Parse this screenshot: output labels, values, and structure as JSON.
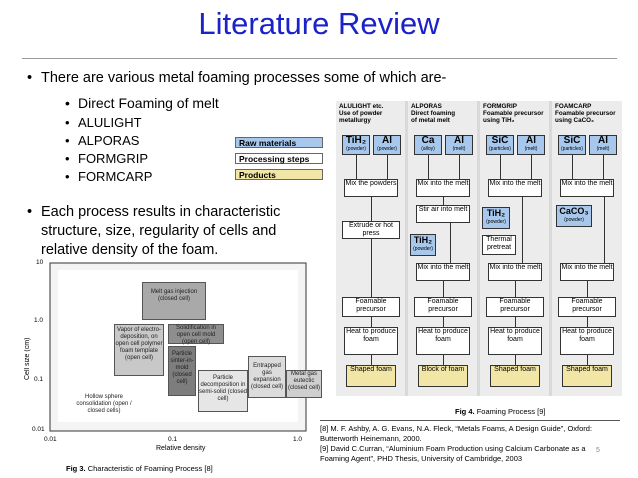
{
  "title": "Literature Review",
  "bullets": {
    "intro": "There are various metal foaming processes some of which are-",
    "sub": [
      "Direct Foaming of melt",
      "ALULIGHT",
      "ALPORAS",
      "FORMGRIP",
      "FORMCARP"
    ],
    "second_lines": [
      "Each process results in characteristic",
      "structure, size, regularity of cells and",
      "relative density of the foam."
    ]
  },
  "legend": {
    "items": [
      {
        "label": "Raw materials",
        "color": "#a7c8ec"
      },
      {
        "label": "Processing steps",
        "color": "#ffffff"
      },
      {
        "label": "Products",
        "color": "#f2e6a6"
      }
    ]
  },
  "process": {
    "columns": [
      {
        "header": [
          "ALULIGHT etc.",
          "Use of powder",
          "metallurgy"
        ],
        "raw": [
          {
            "chem": "TiH₂",
            "sub": "(powder)"
          },
          {
            "chem": "Al",
            "sub": "(powder)"
          }
        ],
        "steps": [
          "Mix the powders",
          "Extrude or hot press",
          "Foamable precursor",
          "Heat to produce foam"
        ],
        "product": "Shaped foam"
      },
      {
        "header": [
          "ALPORAS",
          "Direct foaming",
          "of metal melt"
        ],
        "raw": [
          {
            "chem": "Ca",
            "sub": "(alloy)"
          },
          {
            "chem": "Al",
            "sub": "(melt)"
          }
        ],
        "steps": [
          "Mix into the melt",
          "Stir air into melt",
          "Mix into the melt",
          "Foamable precursor",
          "Heat to produce foam"
        ],
        "raw2": {
          "chem": "TiH₂",
          "sub": "(powder)"
        },
        "product": "Block of foam"
      },
      {
        "header": [
          "FORMGRIP",
          "Foamable precursor",
          "using TiH₂"
        ],
        "raw": [
          {
            "chem": "SiC",
            "sub": "(particles)"
          },
          {
            "chem": "Al",
            "sub": "(melt)"
          }
        ],
        "steps": [
          "Mix into the melt",
          "Thermal pretreat",
          "Mix into the melt",
          "Foamable precursor",
          "Heat to produce foam"
        ],
        "raw2": {
          "chem": "TiH₂",
          "sub": "(powder)"
        },
        "product": "Shaped foam"
      },
      {
        "header": [
          "FOAMCARP",
          "Foamable precursor",
          "using CaCO₃"
        ],
        "raw": [
          {
            "chem": "SiC",
            "sub": "(particles)"
          },
          {
            "chem": "Al",
            "sub": "(melt)"
          }
        ],
        "steps": [
          "Mix into the melt",
          "Mix into the melt",
          "Foamable precursor",
          "Heat to produce foam"
        ],
        "raw2": {
          "chem": "CaCO₃",
          "sub": "(powder)"
        },
        "product": "Shaped foam"
      }
    ],
    "caption_label": "Fig 4.",
    "caption_text": "Foaming Process [9]"
  },
  "chart": {
    "ylabel": "Cell size (cm)",
    "xlabel": "Relative density",
    "y_ticks": [
      "10",
      "1.0",
      "0.1",
      "0.01"
    ],
    "x_ticks": [
      "0.01",
      "0.1",
      "1.0"
    ],
    "regions": [
      "Melt gas injection (closed cell)",
      "Vapor of electro-deposition, on open cell polymer foam template (open cell)",
      "Solidification in open cell mold (open cell)",
      "Particle sinter-in-mold (closed cell)",
      "Entrapped gas expansion (closed cell)",
      "Metal gas eutectic (closed cell)",
      "Hollow sphere consolidation (open / closed cells)",
      "Particle decomposition in semi-solid (closed cell)"
    ],
    "caption_label": "Fig 3.",
    "caption_text": "Characteristic of Foaming Process [8]"
  },
  "references": [
    "[8] M. F. Ashby, A. G. Evans, N.A. Fleck, “Metals Foams, A Design Guide”, Oxford:",
    "Butterworth Heinemann, 2000.",
    "[9] David C.Curran, “Aluminium Foam Production using Calcium Carbonate as a",
    "Foaming Agent”, PHD Thesis, University of Cambridge, 2003"
  ],
  "page_number": "5"
}
